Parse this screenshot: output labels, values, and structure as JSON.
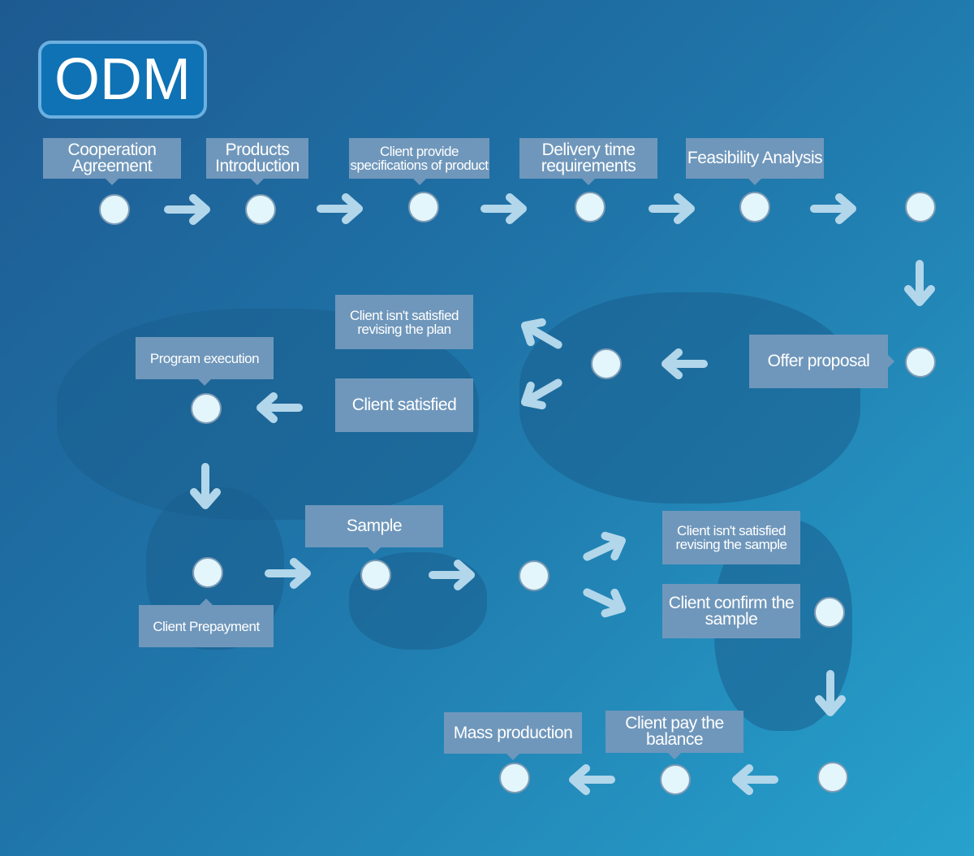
{
  "title": "ODM",
  "steps": {
    "cooperation": "Cooperation Agreement",
    "products": "Products Introduction",
    "specs": "Client provide specifications of product",
    "delivery": "Delivery time requirements",
    "feasibility": "Feasibility Analysis",
    "offer": "Offer proposal",
    "not_satisfied_plan": "Client isn't satisfied revising the plan",
    "satisfied": "Client satisfied",
    "program": "Program execution",
    "prepayment": "Client Prepayment",
    "sample": "Sample",
    "not_satisfied_sample": "Client isn't satisfied revising the sample",
    "confirm_sample": "Client confirm the sample",
    "balance": "Client pay the balance",
    "mass": "Mass production"
  },
  "colors": {
    "label_bg": "#6f97bb",
    "node": "#e2f6fb",
    "arrow": "#b2d6ea"
  }
}
